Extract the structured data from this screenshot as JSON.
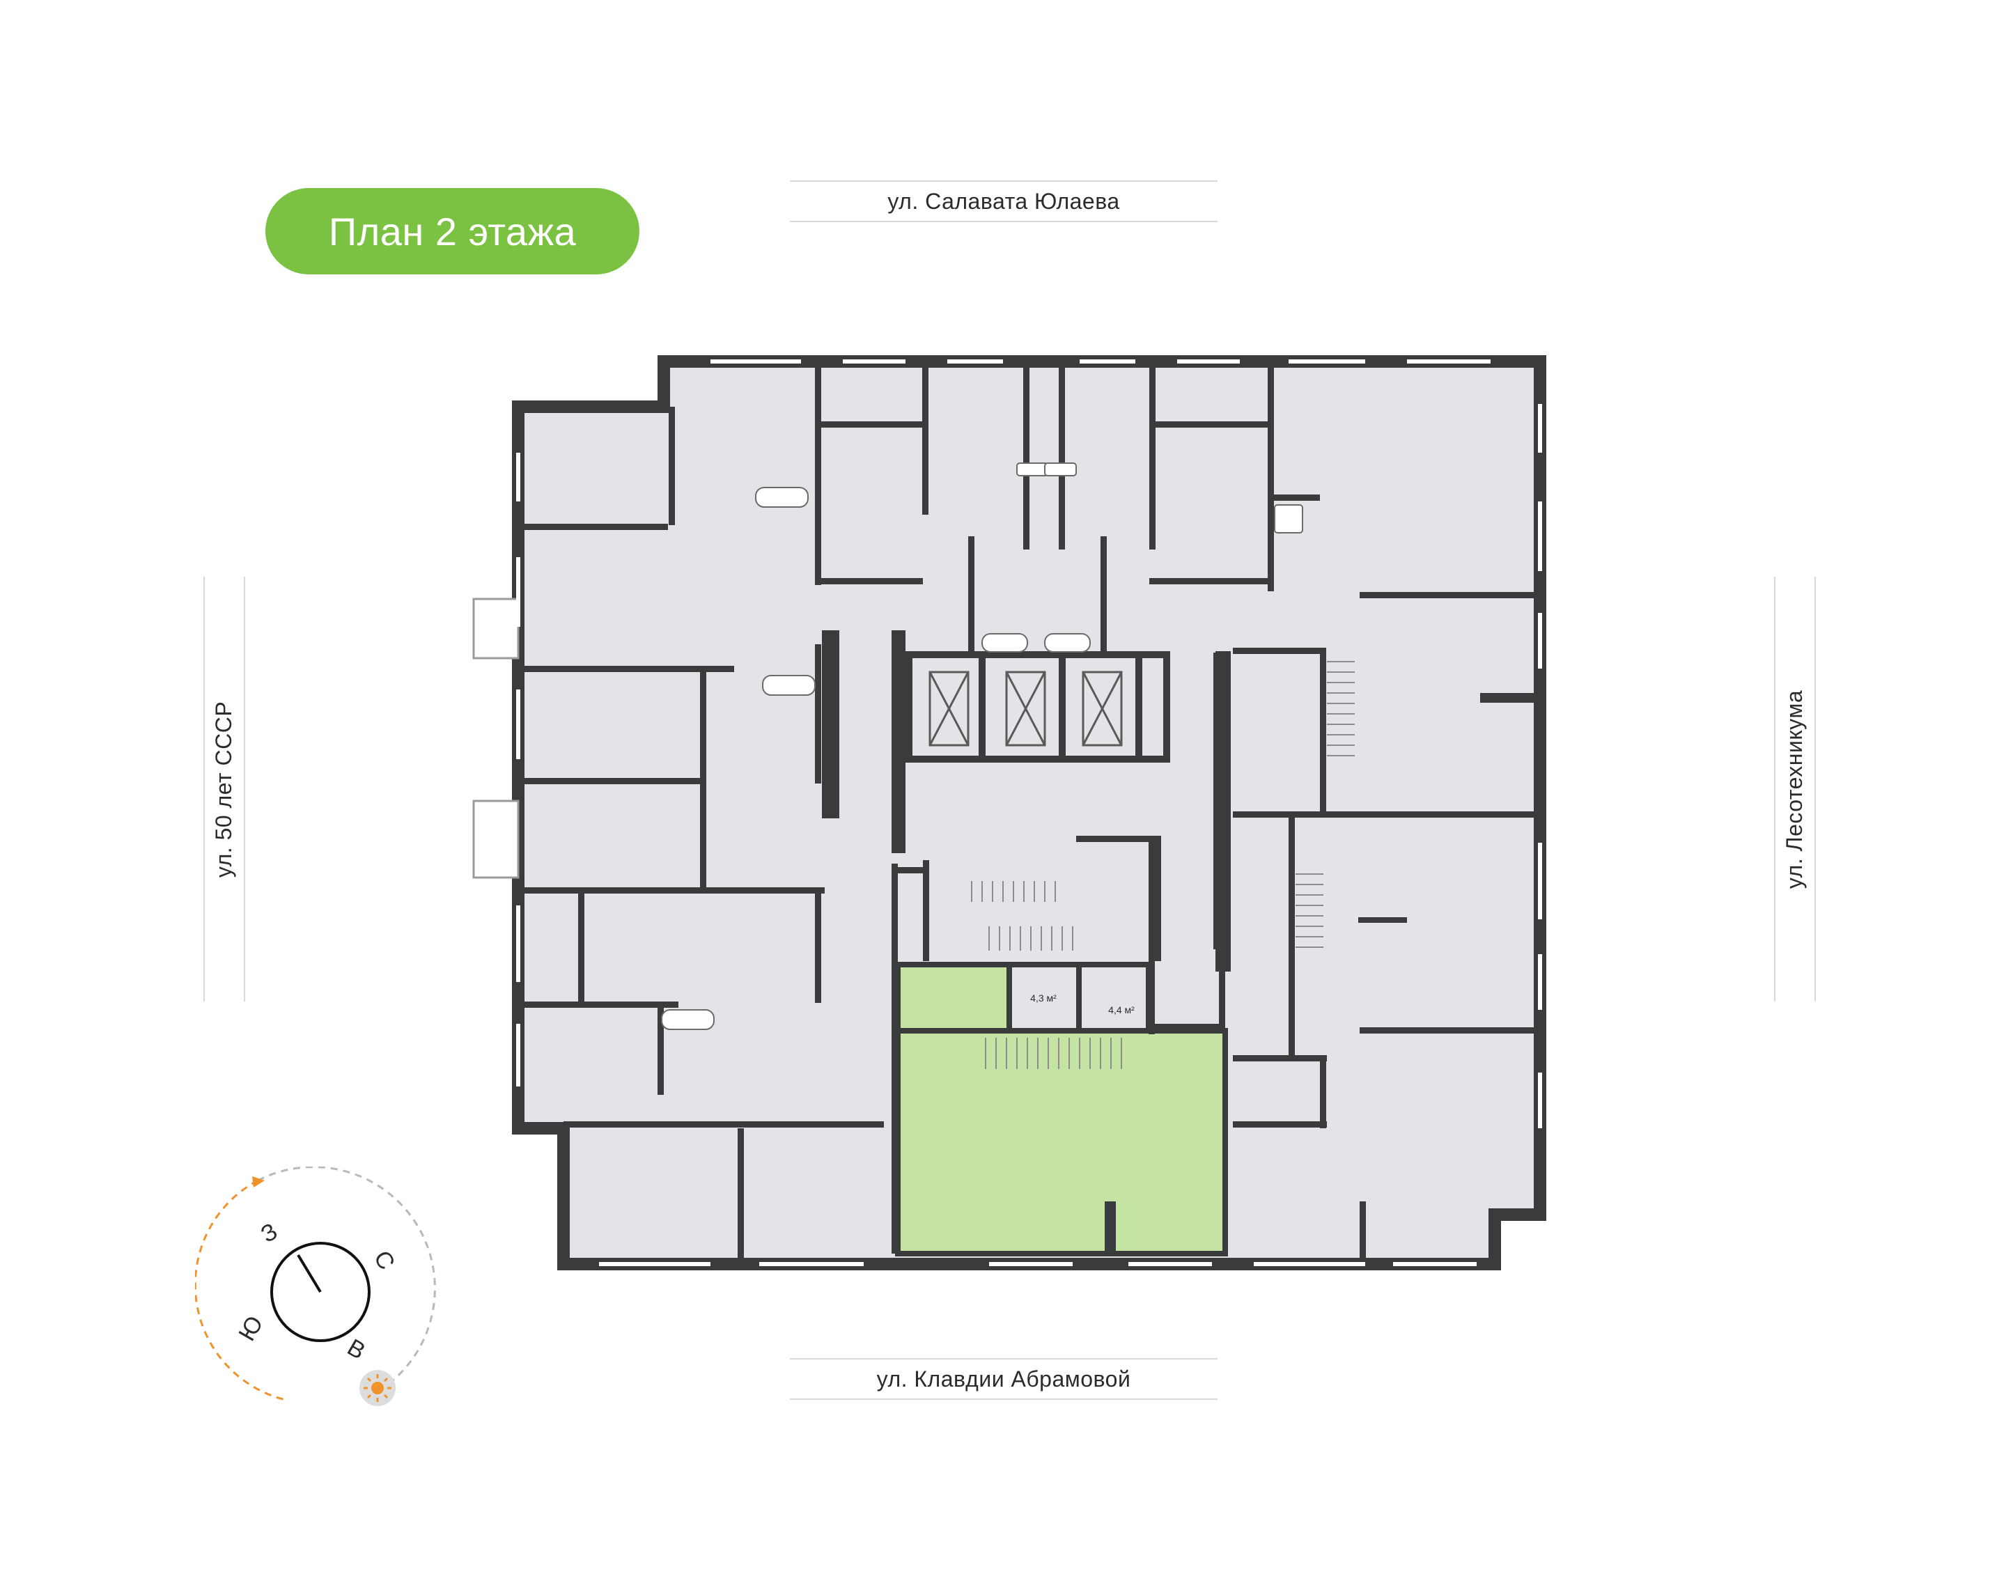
{
  "title": "План 2 этажа",
  "streets": {
    "north": "ул. Салавата Юлаева",
    "south": "ул. Клавдии Абрамовой",
    "west": "ул. 50 лет СССР",
    "east": "ул. Лесотехникума"
  },
  "compass": {
    "labels": [
      "З",
      "С",
      "Ю",
      "В"
    ]
  },
  "areas": {
    "storage_1": "4,3 м²",
    "storage_2": "4,4 м²"
  },
  "colors": {
    "accent": "#7cc242",
    "highlight_fill": "#c5e4a4",
    "room_fill": "#e3e4e7",
    "wall": "#3a3b3d",
    "compass_orange": "#f0932b",
    "compass_gray": "#b9b9b9"
  }
}
